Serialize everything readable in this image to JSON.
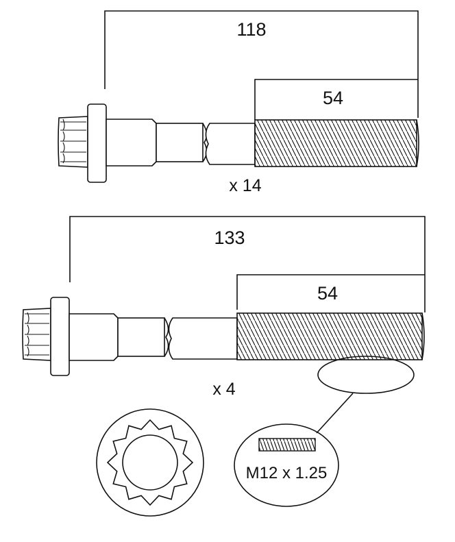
{
  "bolt_long": {
    "overall_length": "118",
    "thread_length": "54",
    "quantity": "x 14"
  },
  "bolt_longer": {
    "overall_length": "133",
    "thread_length": "54",
    "quantity": "x 4"
  },
  "thread_detail": {
    "spec": "M12 x 1.25"
  },
  "colors": {
    "line": "#111111",
    "background": "#ffffff"
  }
}
